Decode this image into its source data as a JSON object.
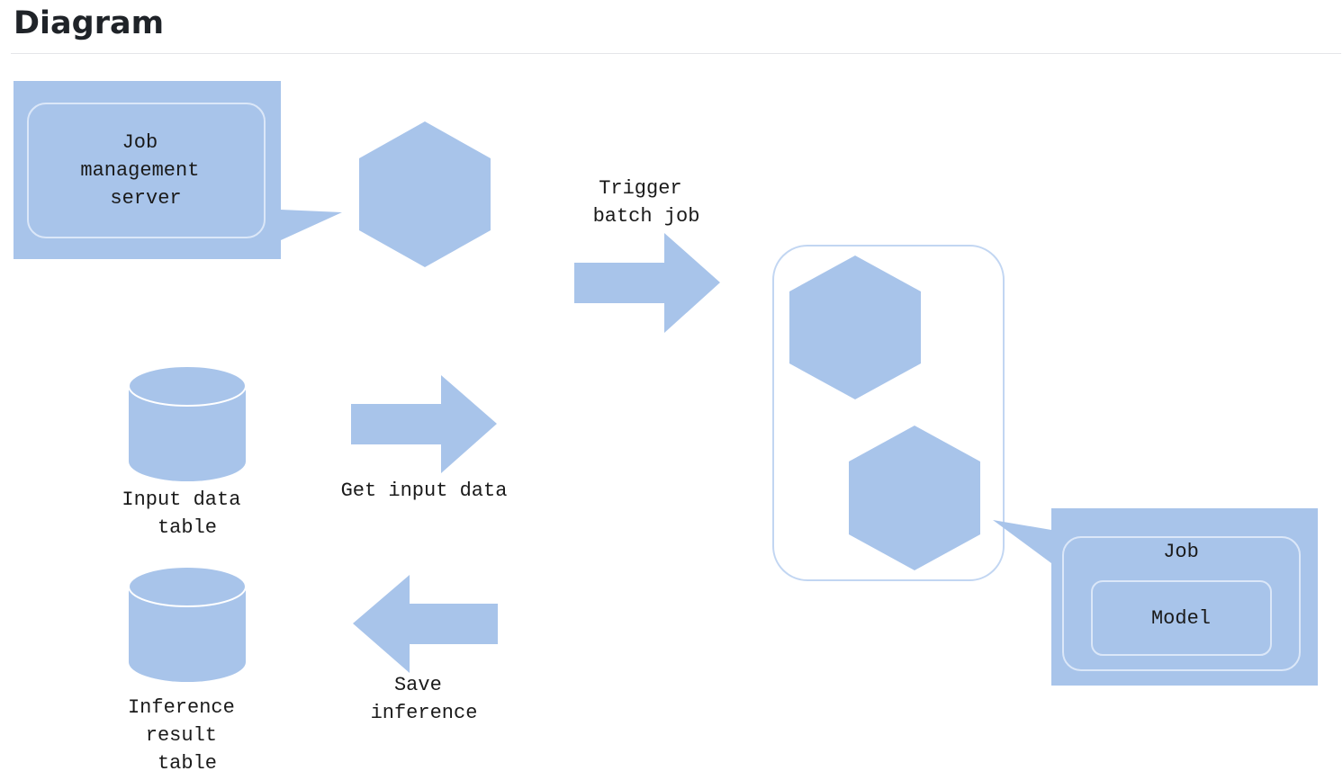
{
  "heading": "Diagram",
  "labels": {
    "job_management_server": [
      "Job",
      "management",
      "server"
    ],
    "trigger_batch_job": [
      "Trigger",
      "batch job"
    ],
    "input_data_table": [
      "Input data",
      "table"
    ],
    "get_input_data": [
      "Get input data"
    ],
    "inference_result_table": [
      "Inference",
      "result",
      "table"
    ],
    "save_inference": [
      "Save",
      "inference"
    ],
    "job": "Job",
    "model": "Model"
  },
  "colors": {
    "shape_fill": "#a8c4ea",
    "outline": "#c2d6f2",
    "text": "#1a1a1a",
    "heading_text": "#1f2328",
    "rule": "#e4e6e9"
  }
}
